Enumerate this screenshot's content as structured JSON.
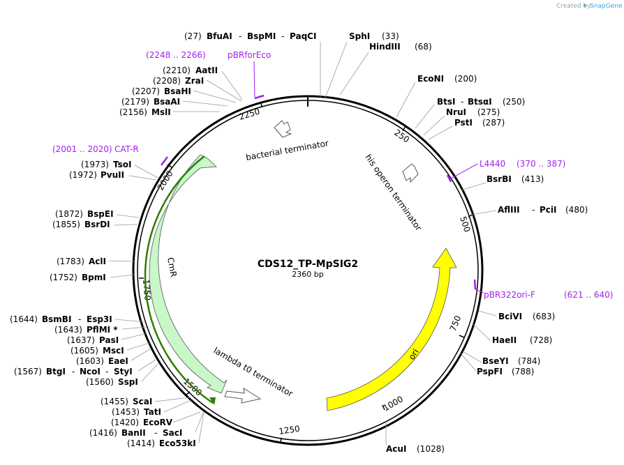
{
  "credit": {
    "text": "Created by",
    "brand": "SnapGene"
  },
  "plasmid": {
    "name": "CDS12_TP-MpSIG2",
    "size_label": "2360 bp"
  },
  "ticks": [
    {
      "label": "250"
    },
    {
      "label": "500"
    },
    {
      "label": "750"
    },
    {
      "label": "1000"
    },
    {
      "label": "1250"
    },
    {
      "label": "1500"
    },
    {
      "label": "1750"
    },
    {
      "label": "2000"
    },
    {
      "label": "2250"
    }
  ],
  "features": [
    {
      "name": "bacterial terminator"
    },
    {
      "name": "his operon terminator"
    },
    {
      "name": "CmR"
    },
    {
      "name": "lambda t0 terminator"
    },
    {
      "name": "ori"
    }
  ],
  "primers": [
    {
      "name": "pBRforEco",
      "range": "(2248 .. 2266)"
    },
    {
      "name": "CAT-R",
      "range": "(2001 .. 2020)"
    },
    {
      "name": "L4440",
      "range": "(370 .. 387)"
    },
    {
      "name": "pBR322ori-F",
      "range": "(621 .. 640)"
    }
  ],
  "enzymes_top": [
    {
      "pos": "(27)",
      "name": "BfuAI",
      "sep1": "-",
      "name2": "BspMI",
      "sep2": "-",
      "name3": "PaqCI"
    },
    {
      "pos": "(33)",
      "name": "SphI"
    },
    {
      "pos": "(68)",
      "name": "HindIII"
    }
  ],
  "enzymes_right": [
    {
      "pos": "(200)",
      "name": "EcoNI"
    },
    {
      "pos": "(250)",
      "name": "BtsI",
      "sep": "-",
      "name2": "BtsαI"
    },
    {
      "pos": "(275)",
      "name": "NruI"
    },
    {
      "pos": "(287)",
      "name": "PstI"
    },
    {
      "pos": "(413)",
      "name": "BsrBI"
    },
    {
      "pos": "(480)",
      "name": "AflIII",
      "sep": "-",
      "name2": "PciI"
    },
    {
      "pos": "(683)",
      "name": "BciVI"
    },
    {
      "pos": "(728)",
      "name": "HaeII"
    },
    {
      "pos": "(784)",
      "name": "BseYI"
    },
    {
      "pos": "(788)",
      "name": "PspFI"
    },
    {
      "pos": "(1028)",
      "name": "AcuI"
    }
  ],
  "enzymes_left": [
    {
      "pos": "(2210)",
      "name": "AatII"
    },
    {
      "pos": "(2208)",
      "name": "ZraI"
    },
    {
      "pos": "(2207)",
      "name": "BsaHI"
    },
    {
      "pos": "(2179)",
      "name": "BsaAI"
    },
    {
      "pos": "(2156)",
      "name": "MslI"
    },
    {
      "pos": "(1973)",
      "name": "TsoI"
    },
    {
      "pos": "(1972)",
      "name": "PvuII"
    },
    {
      "pos": "(1872)",
      "name": "BspEI"
    },
    {
      "pos": "(1855)",
      "name": "BsrDI"
    },
    {
      "pos": "(1783)",
      "name": "AclI"
    },
    {
      "pos": "(1752)",
      "name": "BpmI"
    },
    {
      "pos": "(1644)",
      "name": "BsmBI",
      "sep": "-",
      "name2": "Esp3I"
    },
    {
      "pos": "(1643)",
      "name": "PflMI *"
    },
    {
      "pos": "(1637)",
      "name": "PasI"
    },
    {
      "pos": "(1605)",
      "name": "MscI"
    },
    {
      "pos": "(1603)",
      "name": "EaeI"
    },
    {
      "pos": "(1567)",
      "name": "BtgI",
      "sep": "-",
      "name2": "NcoI",
      "sep2": "-",
      "name3": "StyI"
    },
    {
      "pos": "(1560)",
      "name": "SspI"
    },
    {
      "pos": "(1455)",
      "name": "ScaI"
    },
    {
      "pos": "(1453)",
      "name": "TatI"
    },
    {
      "pos": "(1420)",
      "name": "EcoRV"
    },
    {
      "pos": "(1416)",
      "name": "BanII",
      "sep": "-",
      "name2": "SacI"
    },
    {
      "pos": "(1414)",
      "name": "Eco53kI"
    }
  ],
  "colors": {
    "cmr": "#c8f7c8",
    "cmr_stroke": "#2e7d00",
    "ori": "#ffff00",
    "primer": "#a020f0",
    "backbone": "#000000"
  }
}
